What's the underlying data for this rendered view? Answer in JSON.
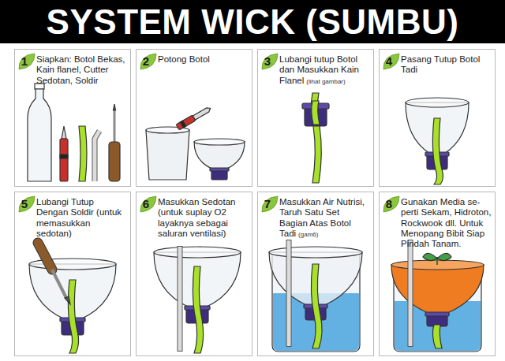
{
  "diagram": {
    "title": "SYSTEM WICK (SUMBU)",
    "nodes": [
      {
        "text": [
          "1",
          "Siapkan: Botol Bekas, Kain flanel, Cutter Sedotan, Soldir"
        ]
      },
      {
        "text": [
          "2",
          "Potong Botol"
        ]
      },
      {
        "text": [
          "3",
          "Lubangi tutup Botol dan Masukkan Kain Flanel",
          "(lihat gambar)"
        ]
      },
      {
        "text": [
          "4",
          "Pasang Tutup Botol Tadi"
        ]
      },
      {
        "text": [
          "5",
          "Lubangi Tutup Dengan Soldir (untuk memasukkan sedotan)"
        ]
      },
      {
        "text": [
          "6",
          "Masukkan Sedotan (untuk suplay O2 layaknya sebagai saluran ventilasi)"
        ]
      },
      {
        "text": [
          "7",
          "Masukkan Air Nutrisi, Taruh Satu Set Bagian Atas Botol Tadi",
          "(gam6)"
        ]
      },
      {
        "text": [
          "8",
          "Gunakan Media se-perti Sekam, Hidroton, Rockwook dll. Untuk Menopang Bibit Siap Pindah Tanam."
        ]
      }
    ]
  }
}
